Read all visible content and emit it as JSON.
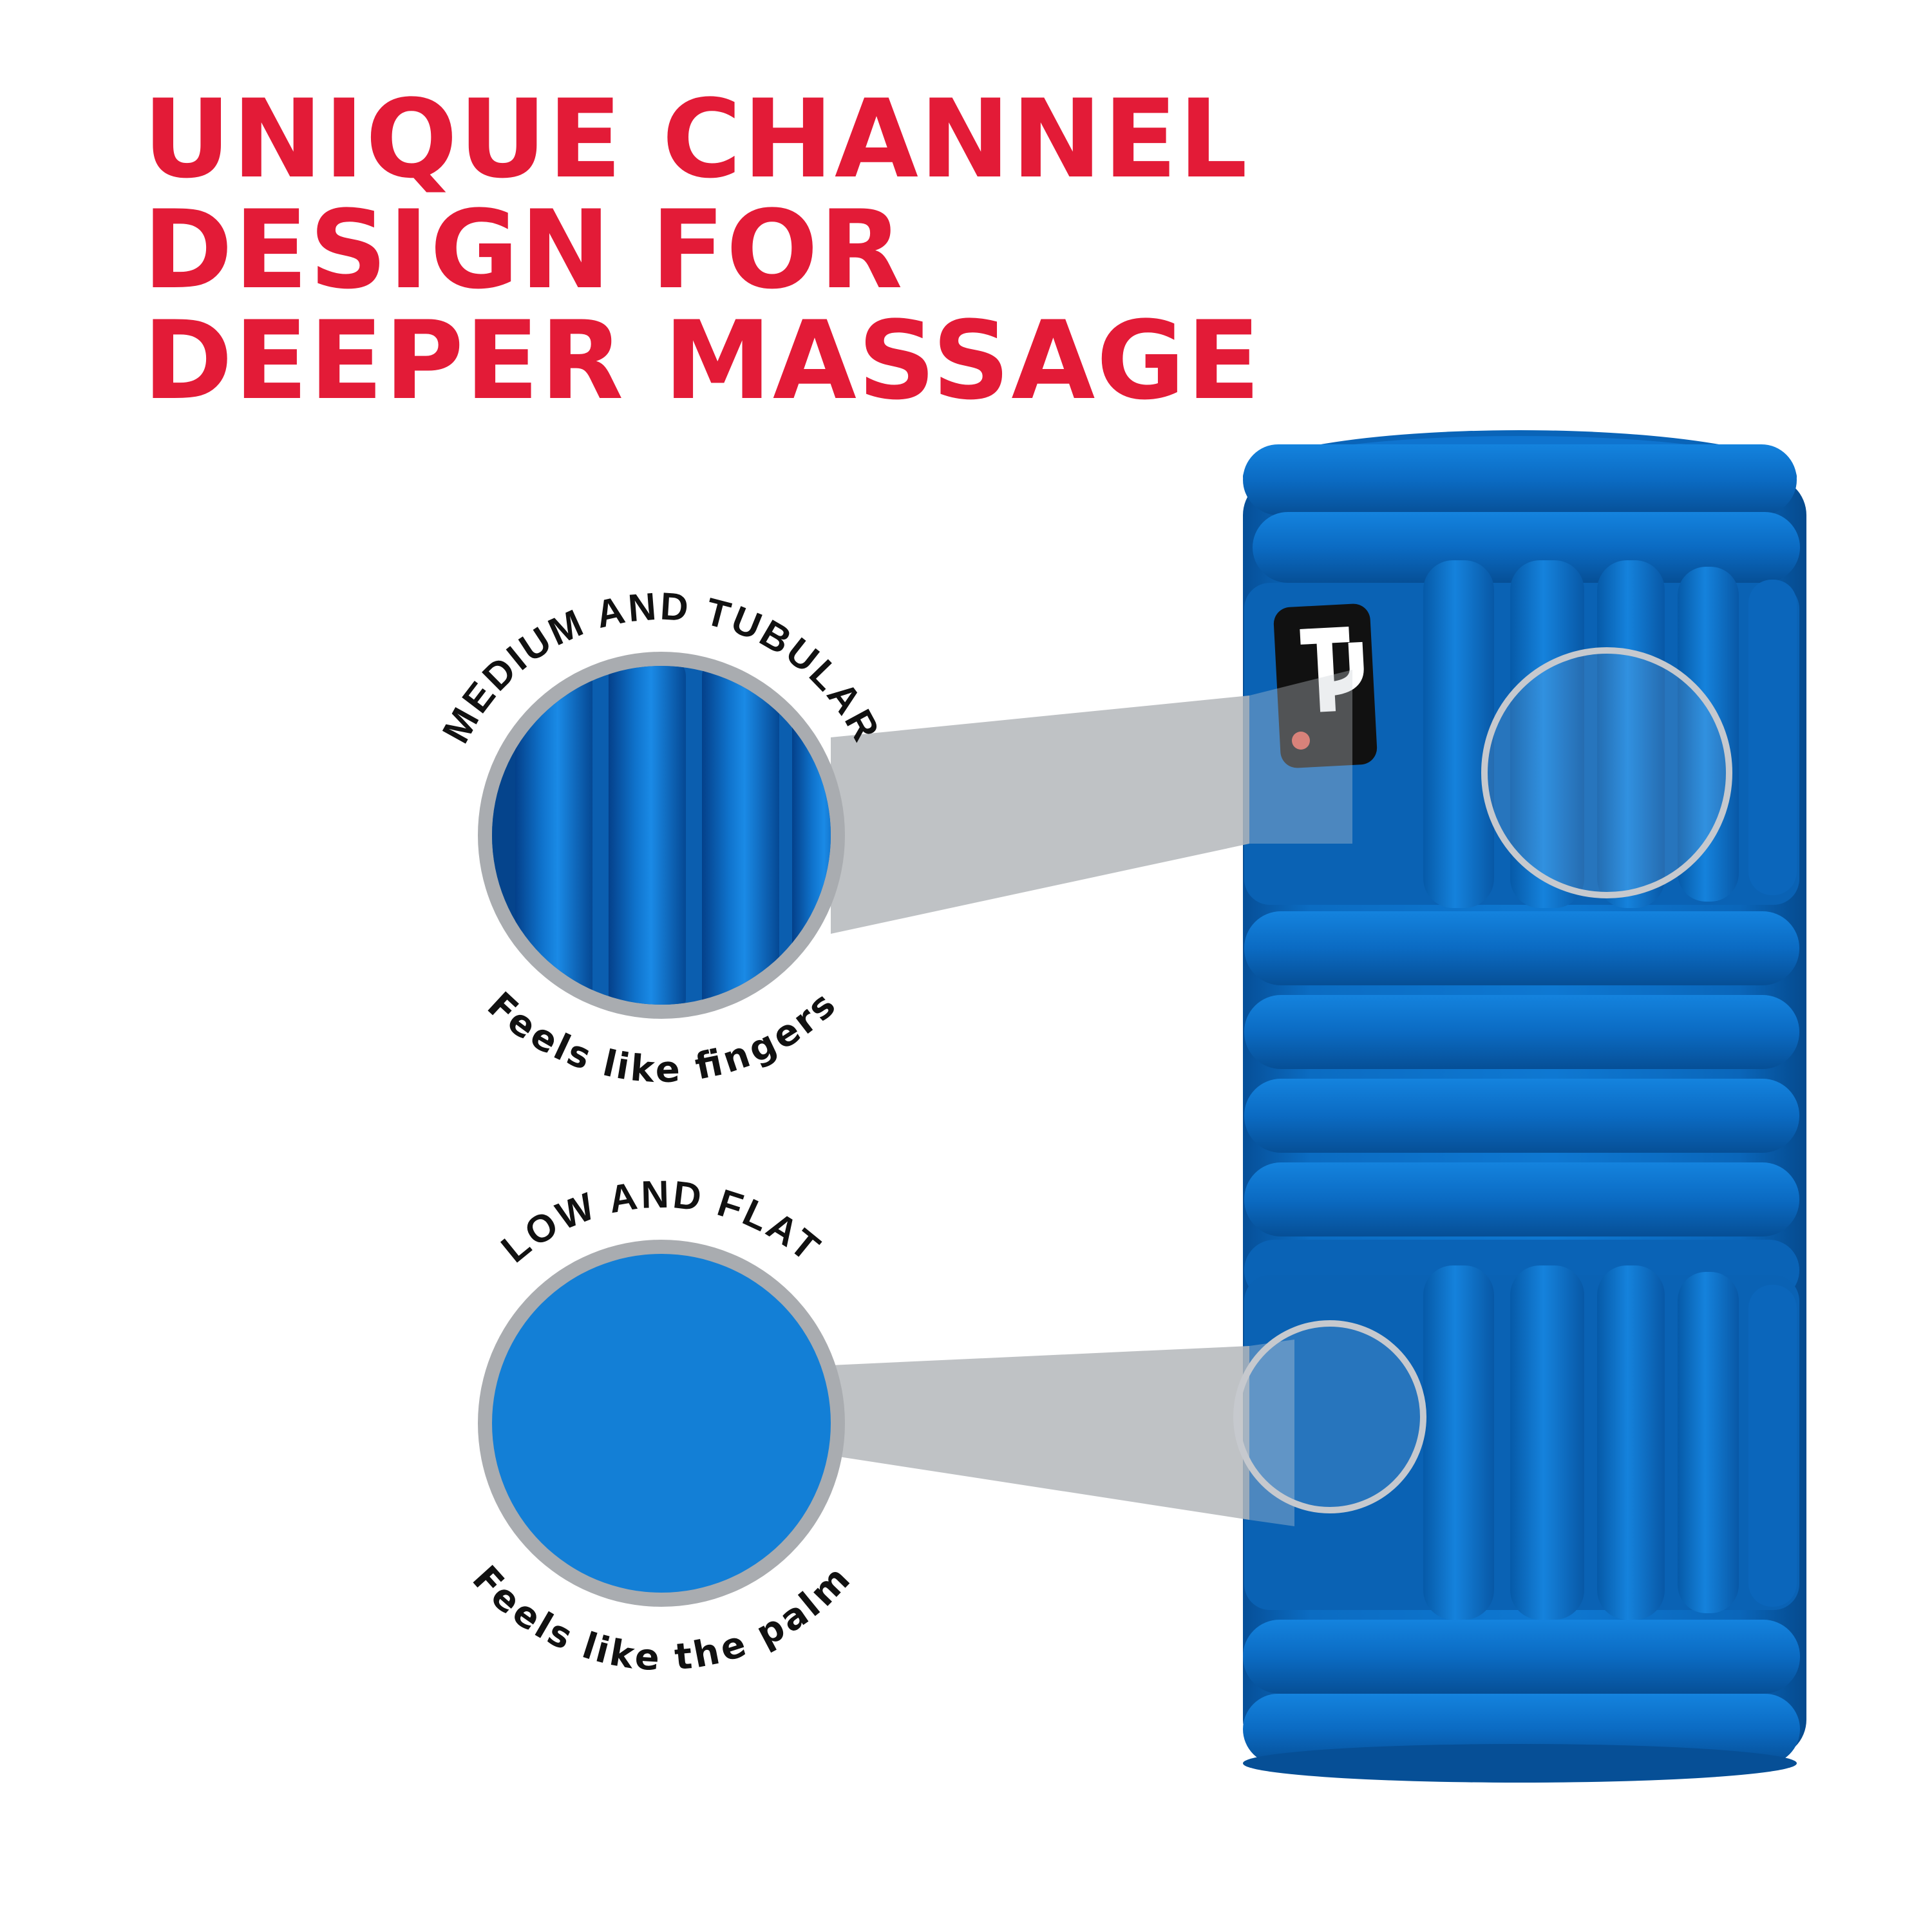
{
  "headline": {
    "line1": "UNIQUE CHANNEL",
    "line2": "DESIGN FOR",
    "line3": "DEEPER MASSAGE"
  },
  "callouts": [
    {
      "heading": "MEDIUM AND TUBULAR",
      "caption": "Feels like fingers",
      "texture": "ridged-channels"
    },
    {
      "heading": "LOW AND FLAT",
      "caption": "Feels like the palm",
      "texture": "flat-surface"
    }
  ],
  "brand_logo": {
    "icon": "logo-icon"
  },
  "colors": {
    "headline": "#e31b37",
    "roller_blue": "#0a6fc4",
    "roller_dark": "#04509a",
    "ring_gray": "#a9acb0",
    "beam_gray": "#b4b7bb",
    "text": "#111111"
  }
}
